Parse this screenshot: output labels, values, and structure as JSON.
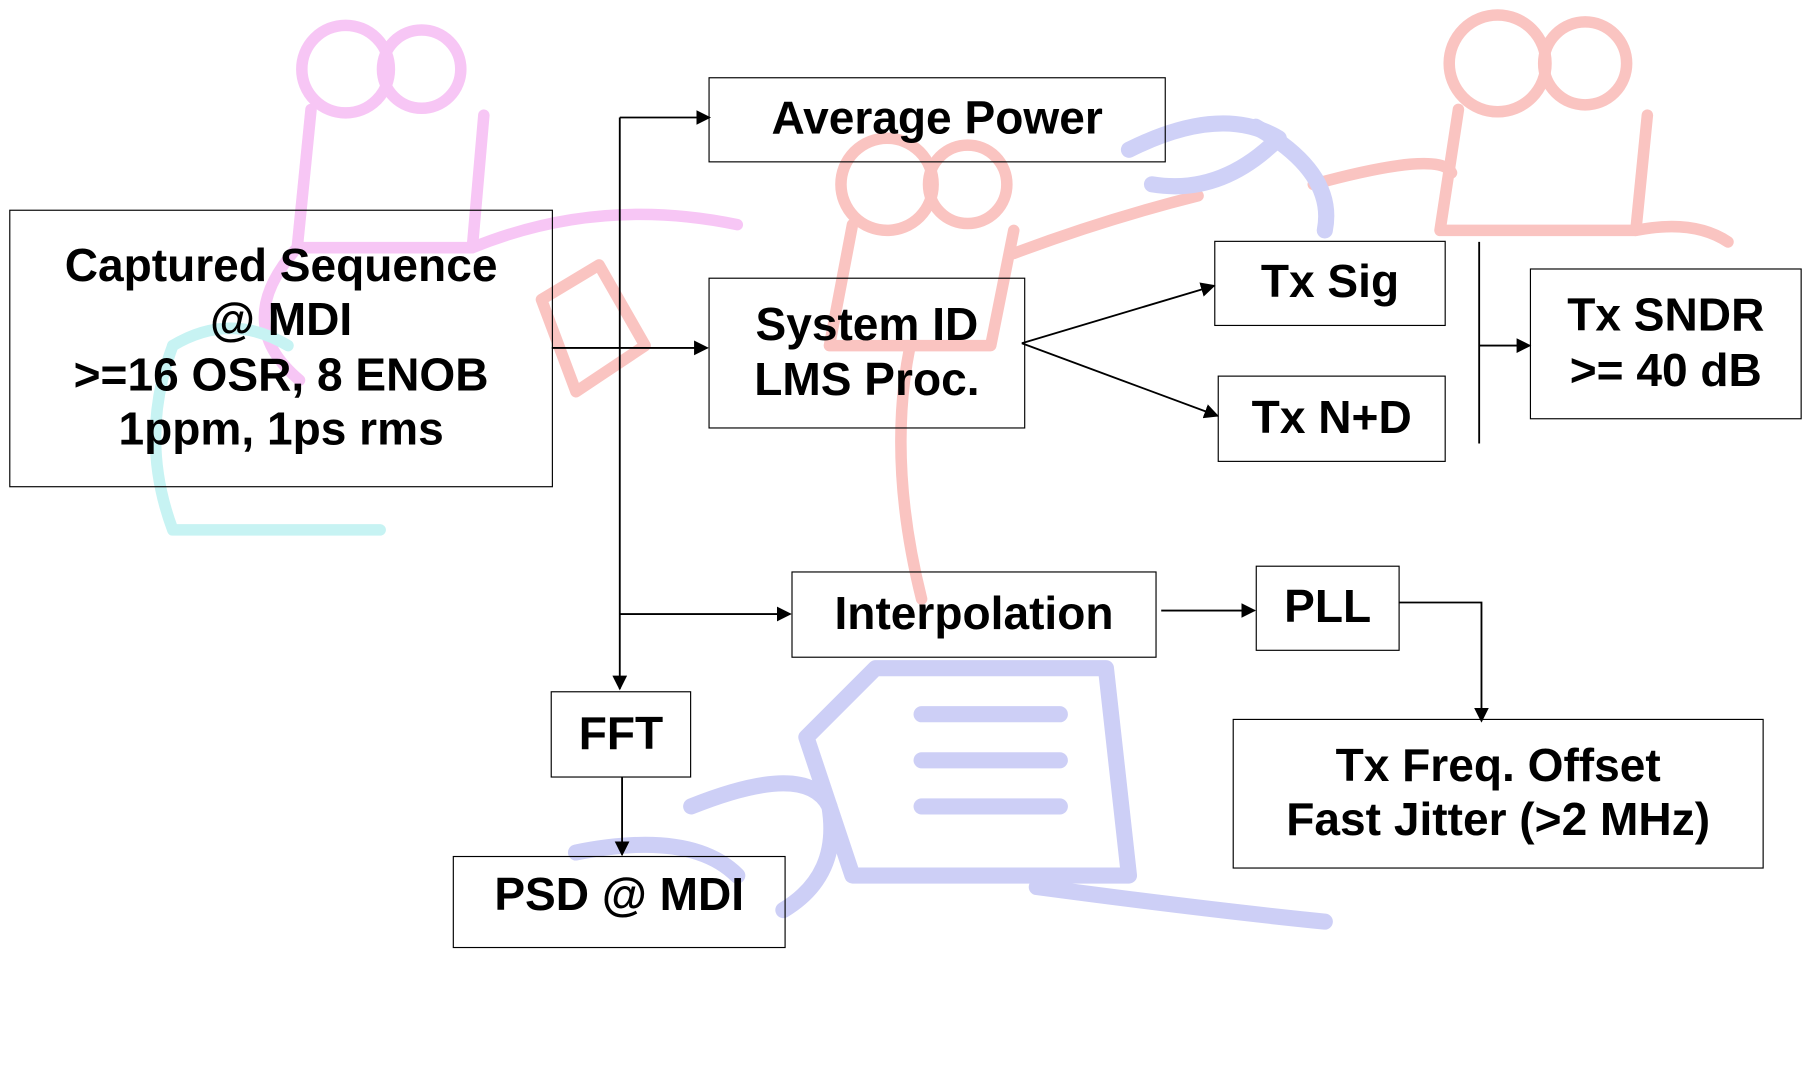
{
  "diagram": {
    "source": {
      "lines": [
        "Captured Sequence",
        "@ MDI",
        ">=16 OSR, 8 ENOB",
        "1ppm, 1ps rms"
      ]
    },
    "avg_power": {
      "label": "Average Power"
    },
    "system_id": {
      "lines": [
        "System ID",
        "LMS Proc."
      ]
    },
    "tx_sig": {
      "label": "Tx Sig"
    },
    "tx_nd": {
      "label": "Tx N+D"
    },
    "tx_sndr": {
      "lines": [
        "Tx SNDR",
        ">= 40 dB"
      ]
    },
    "interpolation": {
      "label": "Interpolation"
    },
    "pll": {
      "label": "PLL"
    },
    "tx_freq": {
      "lines": [
        "Tx Freq. Offset",
        "Fast Jitter (>2 MHz)"
      ]
    },
    "fft": {
      "label": "FFT"
    },
    "psd": {
      "label": "PSD @ MDI"
    }
  },
  "colors": {
    "line": "#000000",
    "deco_pink": "#f7b3f5",
    "deco_red": "#f9b9b6",
    "deco_blue": "#c7c9f5",
    "deco_cyan": "#bff2f2"
  },
  "background_art": "faded-clip-art-figures-watermark"
}
